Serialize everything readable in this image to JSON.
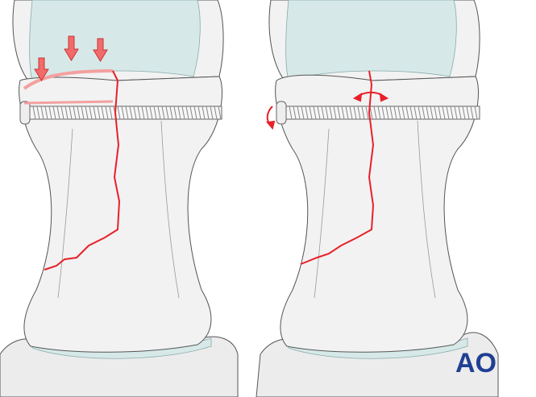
{
  "figure": {
    "panels": [
      {
        "id": "left",
        "description_shown": false,
        "arrows": "compression-arrows"
      },
      {
        "id": "right",
        "description_shown": false,
        "arrows": "rotation-arrows"
      }
    ],
    "colors": {
      "bone_fill": "#f2f2f2",
      "bone_shadow": "#e0e0e0",
      "cartilage": "#d6e9e8",
      "outline": "#555555",
      "fracture": "#e8202a",
      "arrow_fill": "#f26b6b",
      "logo": "#1f3f93"
    }
  },
  "logo": {
    "text": "AO"
  }
}
